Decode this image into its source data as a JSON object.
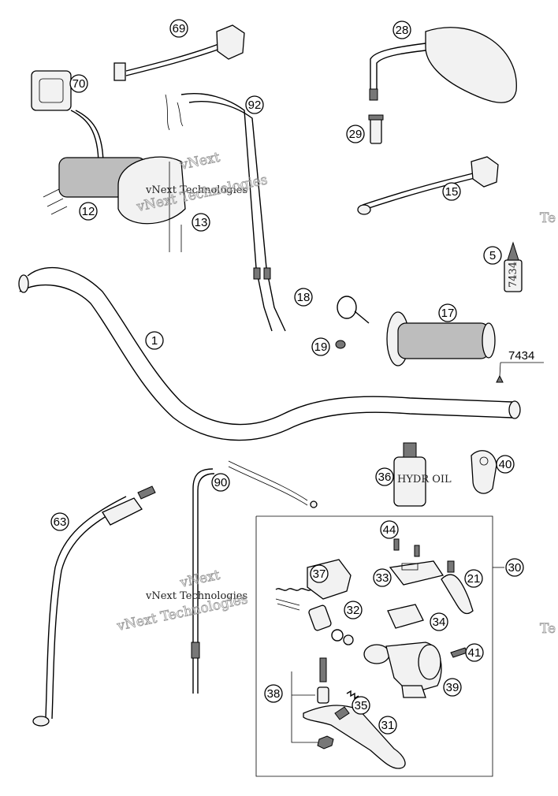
{
  "diagram": {
    "part_label": "7434",
    "bottle_label_oil": "HYDR OIL",
    "tube_label": "7434",
    "watermark_brand": "vNext",
    "watermark_company": "vNext Technologies",
    "watermark_fragment": "Te"
  },
  "callouts": [
    "69",
    "28",
    "70",
    "92",
    "29",
    "12",
    "13",
    "15",
    "5",
    "18",
    "17",
    "1",
    "19",
    "90",
    "36",
    "40",
    "63",
    "44",
    "37",
    "30",
    "33",
    "21",
    "32",
    "34",
    "41",
    "39",
    "38",
    "35",
    "31"
  ]
}
